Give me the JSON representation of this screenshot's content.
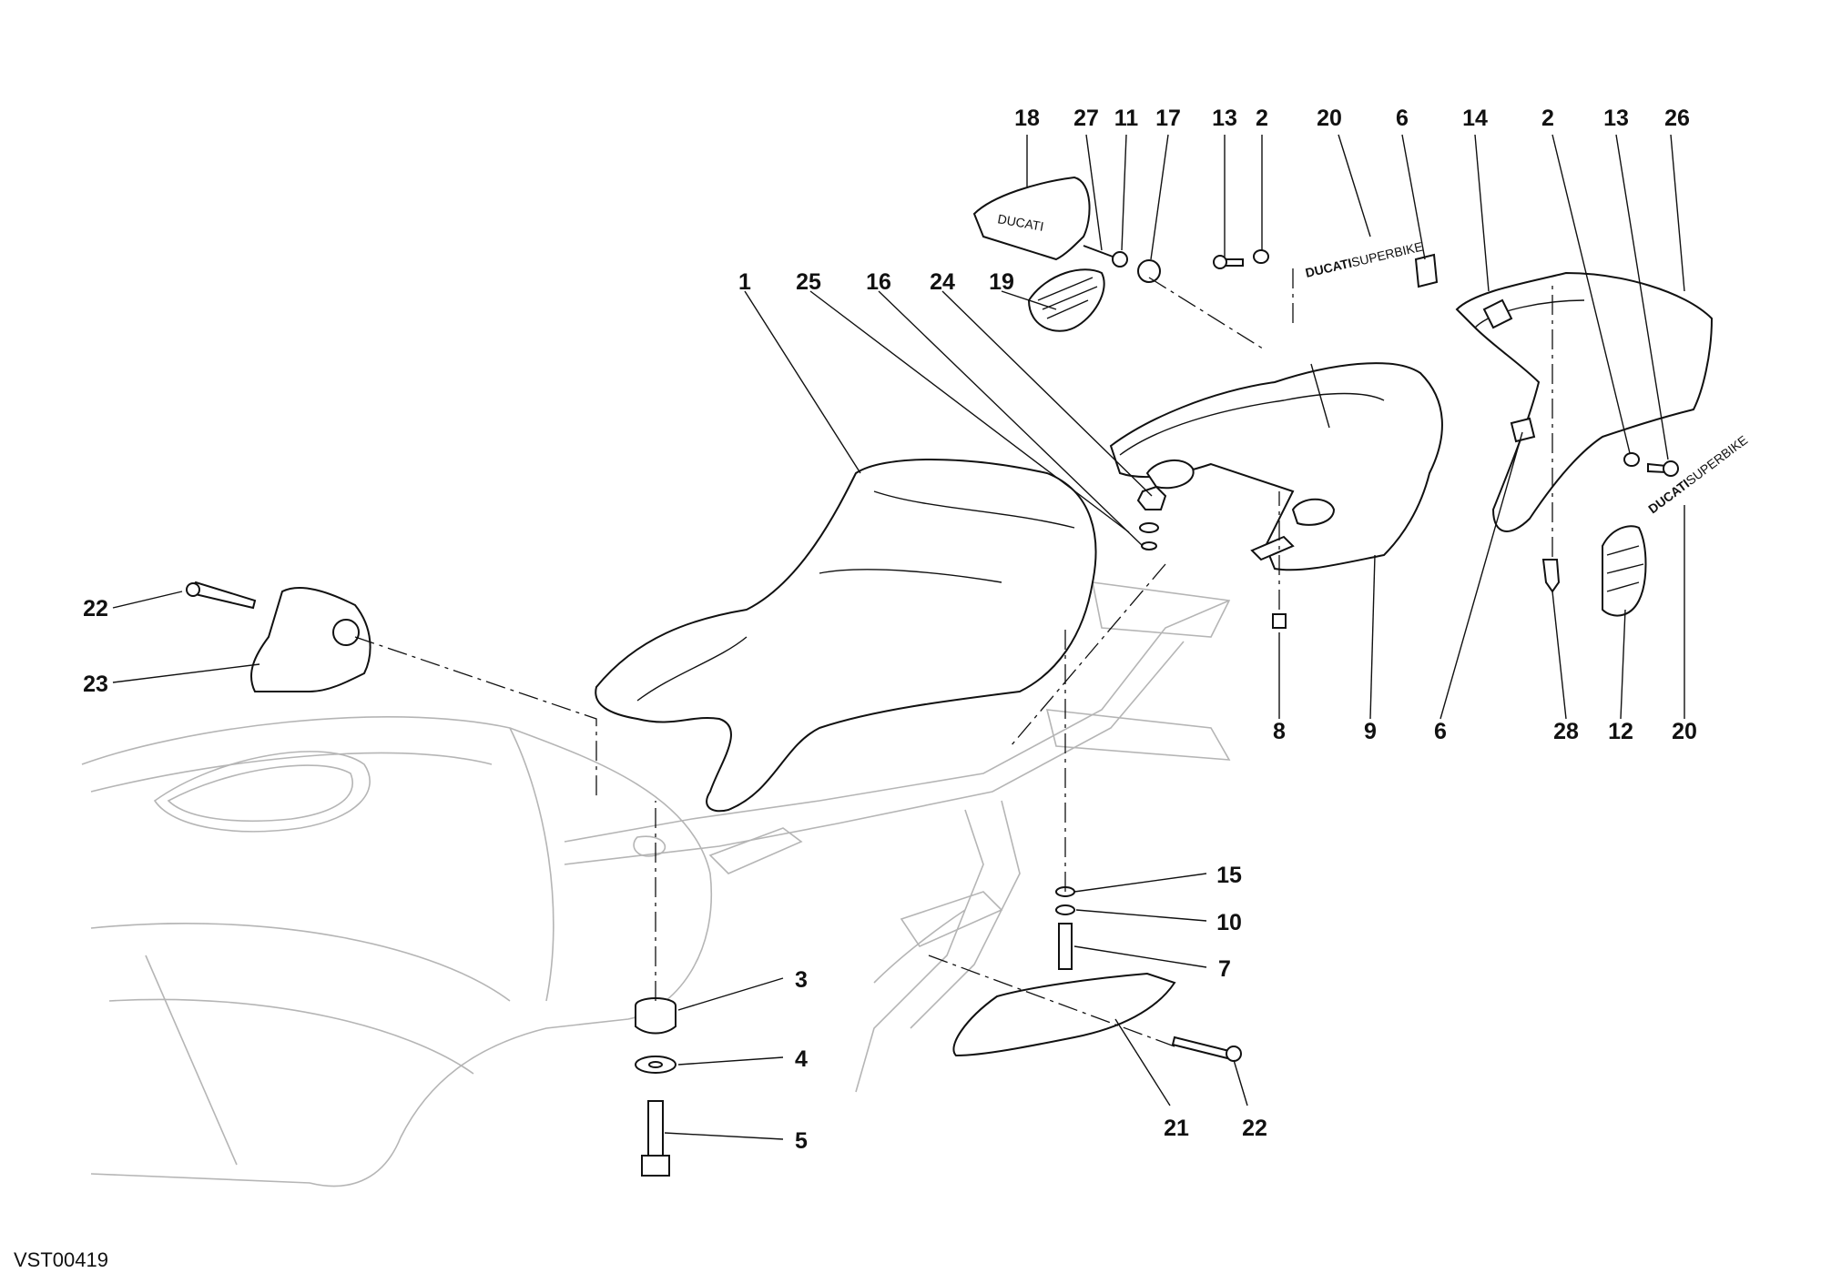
{
  "drawing_code": "VST00419",
  "decal_text": {
    "bold": "DUCATI",
    "light": "SUPERBIKE"
  },
  "callouts": {
    "c1": "1",
    "c2a": "2",
    "c2b": "2",
    "c3": "3",
    "c4": "4",
    "c5": "5",
    "c6a": "6",
    "c6b": "6",
    "c7": "7",
    "c8": "8",
    "c9": "9",
    "c10": "10",
    "c11": "11",
    "c12": "12",
    "c13a": "13",
    "c13b": "13",
    "c14": "14",
    "c15": "15",
    "c16": "16",
    "c17": "17",
    "c18": "18",
    "c19": "19",
    "c20a": "20",
    "c20b": "20",
    "c21": "21",
    "c22a": "22",
    "c22b": "22",
    "c23": "23",
    "c24": "24",
    "c25": "25",
    "c26": "26",
    "c27": "27",
    "c28": "28"
  }
}
